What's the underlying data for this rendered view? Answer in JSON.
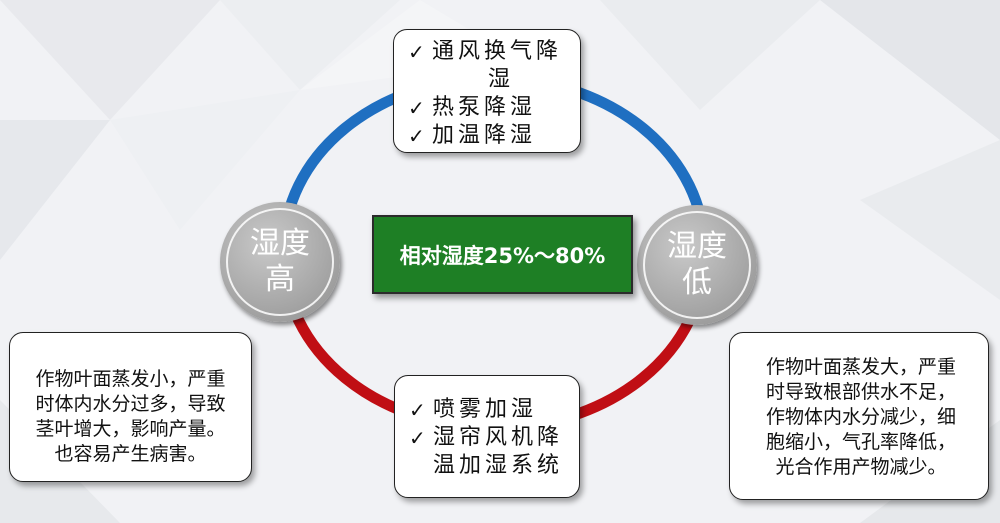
{
  "center": {
    "label": "相对湿度25%～80%"
  },
  "circles": {
    "high": [
      "湿度",
      "高"
    ],
    "low": [
      "湿度",
      "低"
    ]
  },
  "top_box": {
    "items": [
      "通风换气降",
      "湿",
      "热泵降湿",
      "加温降湿"
    ]
  },
  "bottom_box": {
    "items": [
      "喷雾加湿",
      "湿帘风机降",
      "温加湿系统"
    ]
  },
  "left_box": {
    "lines": [
      "作物叶面蒸发小，严重",
      "时体内水分过多，导致",
      "茎叶增大，影响产量。",
      "也容易产生病害。"
    ]
  },
  "right_box": {
    "lines": [
      "作物叶面蒸发大，严重",
      "时导致根部供水不足，",
      "作物体内水分减少，细",
      "胞缩小，气孔率降低，",
      "光合作用产物减少。"
    ]
  },
  "colors": {
    "ring_top": "#1f6fc1",
    "ring_bottom": "#c00e14",
    "center_fill": "#1e7f25",
    "circle_fill": "#a9a9a9"
  },
  "icons": {
    "check": "✓"
  }
}
